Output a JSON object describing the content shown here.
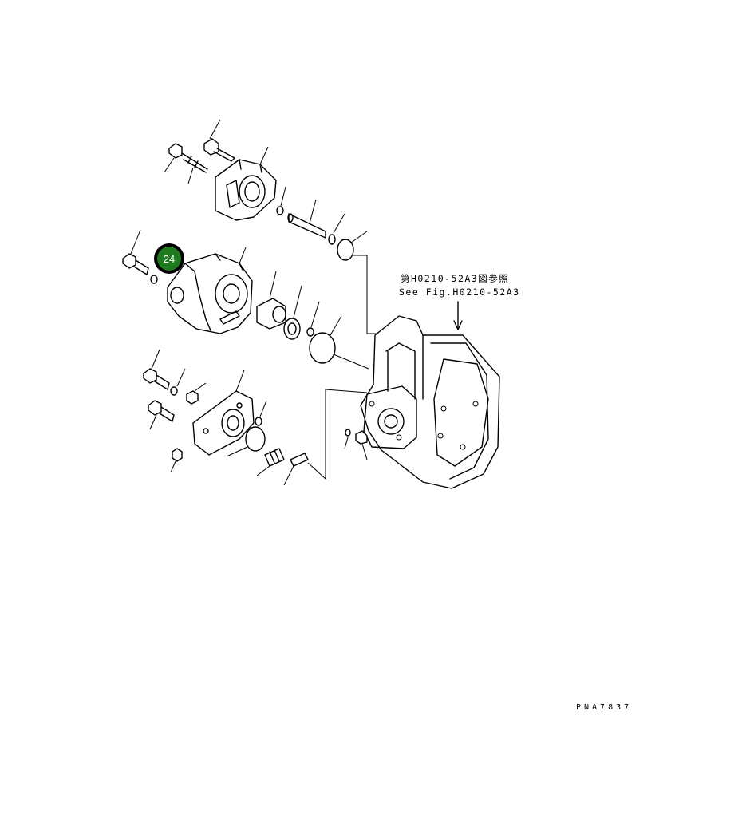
{
  "reference": {
    "jp": "第H0210-52A3図参照",
    "en": "See Fig.H0210-52A3"
  },
  "callout": {
    "number": "24",
    "fill_color": "#1f7a1f",
    "ring_color": "#000000"
  },
  "figure_code": "PNA7837"
}
